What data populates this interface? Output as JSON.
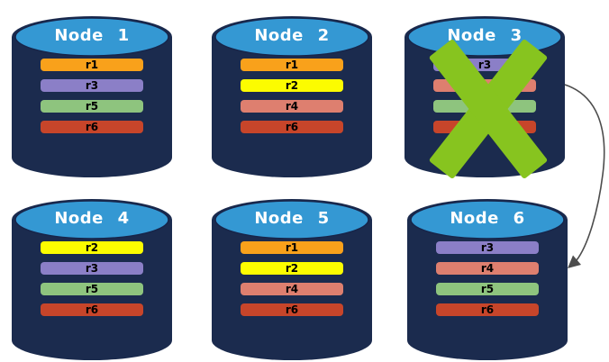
{
  "diagram": {
    "description": "Database cluster replica placement with failed node",
    "cylinder": {
      "body_color": "#1b2b4e",
      "top_color": "#3498d3"
    },
    "replica_colors": {
      "r1": "#F9A11B",
      "r2": "#FCFC00",
      "r3": "#8B7FC7",
      "r4": "#DE7F6F",
      "r5": "#8EC47E",
      "r6": "#C7452A"
    },
    "nodes": [
      {
        "title": "Node 1",
        "failed": false,
        "replicas": [
          {
            "label": "r1",
            "color": "#F9A11B"
          },
          {
            "label": "r3",
            "color": "#8B7FC7"
          },
          {
            "label": "r5",
            "color": "#8EC47E"
          },
          {
            "label": "r6",
            "color": "#C7452A"
          }
        ]
      },
      {
        "title": "Node 2",
        "failed": false,
        "replicas": [
          {
            "label": "r1",
            "color": "#F9A11B"
          },
          {
            "label": "r2",
            "color": "#FCFC00"
          },
          {
            "label": "r4",
            "color": "#DE7F6F"
          },
          {
            "label": "r6",
            "color": "#C7452A"
          }
        ]
      },
      {
        "title": "Node 3",
        "failed": true,
        "replicas": [
          {
            "label": "r3",
            "color": "#8B7FC7"
          },
          {
            "label": "",
            "color": "#DE7F6F"
          },
          {
            "label": "",
            "color": "#8EC47E"
          },
          {
            "label": "",
            "color": "#C7452A"
          }
        ]
      },
      {
        "title": "Node 4",
        "failed": false,
        "replicas": [
          {
            "label": "r2",
            "color": "#FCFC00"
          },
          {
            "label": "r3",
            "color": "#8B7FC7"
          },
          {
            "label": "r5",
            "color": "#8EC47E"
          },
          {
            "label": "r6",
            "color": "#C7452A"
          }
        ]
      },
      {
        "title": "Node 5",
        "failed": false,
        "replicas": [
          {
            "label": "r1",
            "color": "#F9A11B"
          },
          {
            "label": "r2",
            "color": "#FCFC00"
          },
          {
            "label": "r4",
            "color": "#DE7F6F"
          },
          {
            "label": "r6",
            "color": "#C7452A"
          }
        ]
      },
      {
        "title": "Node 6",
        "failed": false,
        "replicas": [
          {
            "label": "r3",
            "color": "#8B7FC7"
          },
          {
            "label": "r4",
            "color": "#DE7F6F"
          },
          {
            "label": "r5",
            "color": "#8EC47E"
          },
          {
            "label": "r6",
            "color": "#C7452A"
          }
        ]
      }
    ],
    "failure_x": {
      "on_node": "Node 3",
      "color": "#87C41F"
    },
    "arrow": {
      "from": "Node 3",
      "to": "Node 6",
      "color": "#4d4d4d"
    }
  }
}
